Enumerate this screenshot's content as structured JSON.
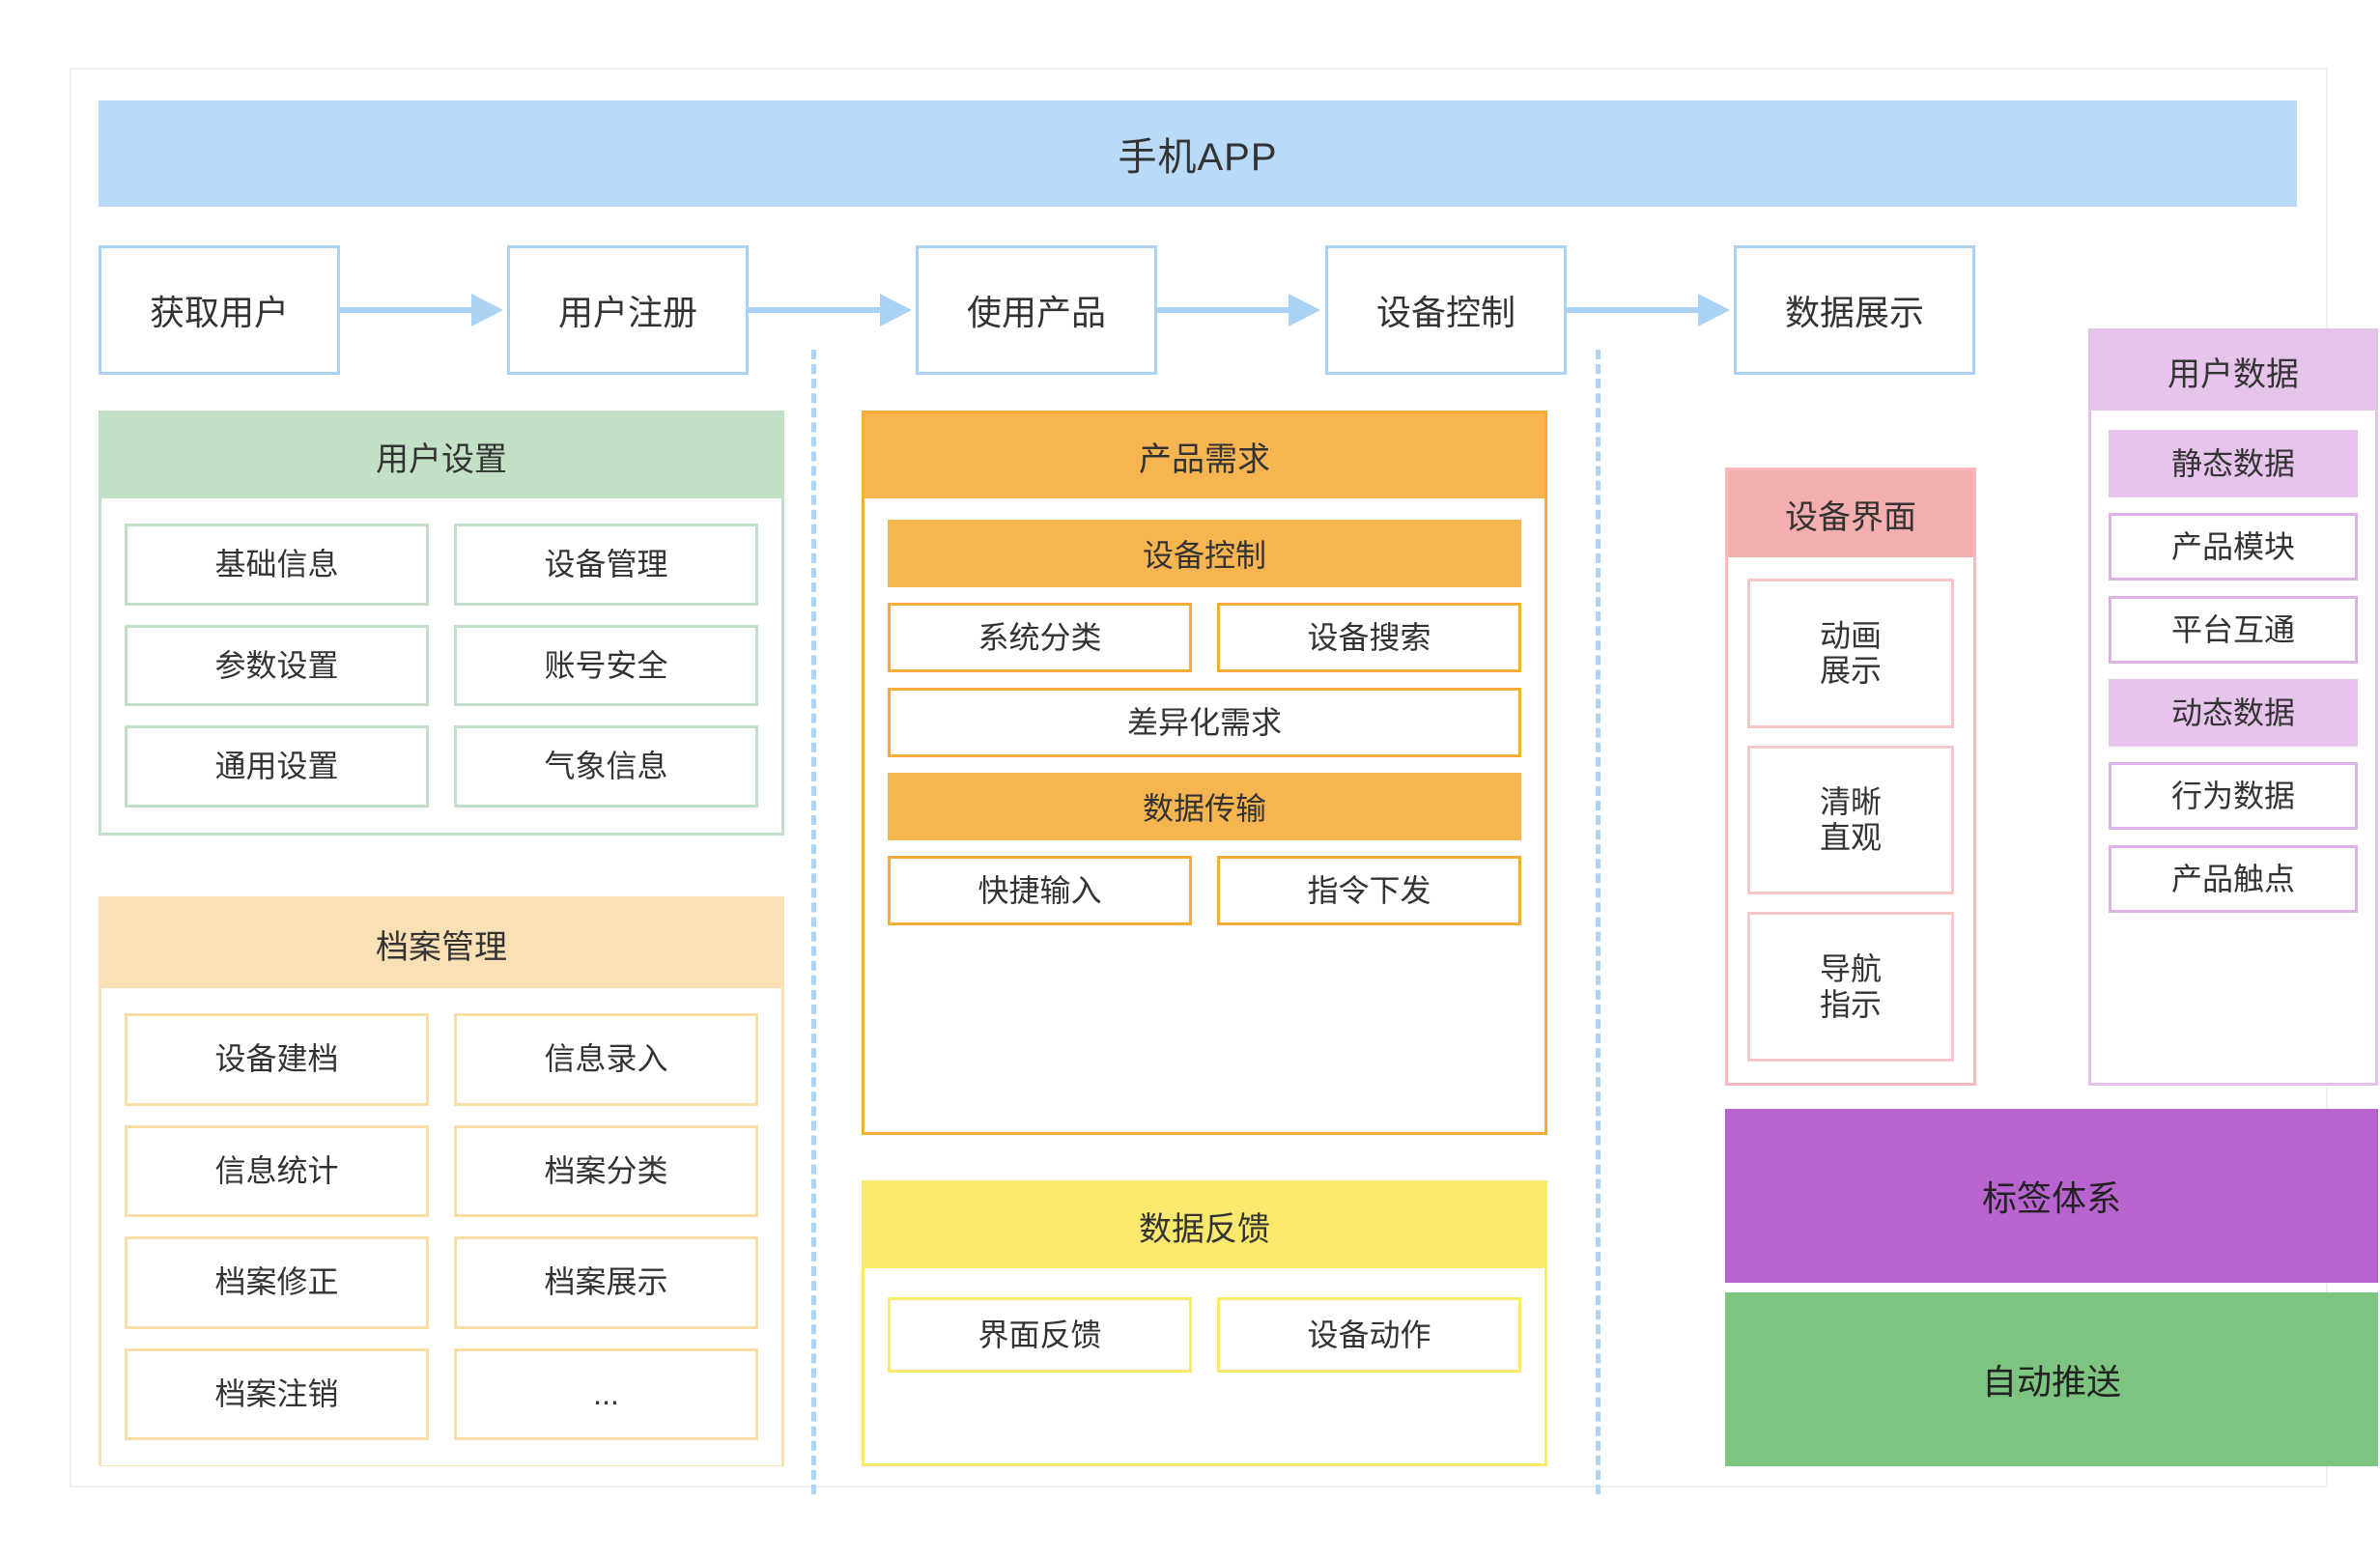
{
  "header": {
    "title": "手机APP"
  },
  "flow": {
    "steps": [
      {
        "label": "获取用户"
      },
      {
        "label": "用户注册"
      },
      {
        "label": "使用产品"
      },
      {
        "label": "设备控制"
      },
      {
        "label": "数据展示"
      }
    ]
  },
  "user_settings": {
    "title": "用户设置",
    "items": [
      "基础信息",
      "设备管理",
      "参数设置",
      "账号安全",
      "通用设置",
      "气象信息"
    ]
  },
  "archive_mgmt": {
    "title": "档案管理",
    "items": [
      "设备建档",
      "信息录入",
      "信息统计",
      "档案分类",
      "档案修正",
      "档案展示",
      "档案注销",
      "..."
    ]
  },
  "product_req": {
    "title": "产品需求",
    "group_device_control": "设备控制",
    "device_control_items": [
      "系统分类",
      "设备搜索"
    ],
    "differentiated": "差异化需求",
    "group_data_transfer": "数据传输",
    "data_transfer_items": [
      "快捷输入",
      "指令下发"
    ]
  },
  "data_feedback": {
    "title": "数据反馈",
    "items": [
      "界面反馈",
      "设备动作"
    ]
  },
  "device_ui": {
    "title": "设备界面",
    "items": [
      "动画\n展示",
      "清晰\n直观",
      "导航\n指示"
    ]
  },
  "user_data": {
    "title": "用户数据",
    "items": [
      {
        "label": "静态数据",
        "filled": true
      },
      {
        "label": "产品模块",
        "filled": false
      },
      {
        "label": "平台互通",
        "filled": false
      },
      {
        "label": "动态数据",
        "filled": true
      },
      {
        "label": "行为数据",
        "filled": false
      },
      {
        "label": "产品触点",
        "filled": false
      }
    ]
  },
  "tag_system": {
    "label": "标签体系"
  },
  "auto_push": {
    "label": "自动推送"
  },
  "colors": {
    "app_banner": "#b9daf8",
    "flow_border": "#a9d2f5",
    "user_settings": "#c2e0c6",
    "archive_mgmt": "#fae0b5",
    "product_req": "#f7b552",
    "data_feedback": "#fbe96e",
    "device_ui": "#f5aeb0",
    "user_data": "#e6c4ec",
    "tag_system": "#b863d0",
    "auto_push": "#7cc47f"
  }
}
